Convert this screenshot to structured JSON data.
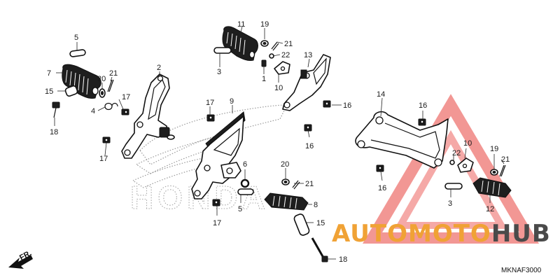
{
  "diagram": {
    "callouts": [
      {
        "id": "c5a",
        "label": "5"
      },
      {
        "id": "c7",
        "label": "7"
      },
      {
        "id": "c20a",
        "label": "20"
      },
      {
        "id": "c21a",
        "label": "21"
      },
      {
        "id": "c15a",
        "label": "15"
      },
      {
        "id": "c17a",
        "label": "17"
      },
      {
        "id": "c4",
        "label": "4"
      },
      {
        "id": "c18a",
        "label": "18"
      },
      {
        "id": "c17b",
        "label": "17"
      },
      {
        "id": "c2",
        "label": "2"
      },
      {
        "id": "c11",
        "label": "11"
      },
      {
        "id": "c19a",
        "label": "19"
      },
      {
        "id": "c21b",
        "label": "21"
      },
      {
        "id": "c22a",
        "label": "22"
      },
      {
        "id": "c3a",
        "label": "3"
      },
      {
        "id": "c1",
        "label": "1"
      },
      {
        "id": "c13",
        "label": "13"
      },
      {
        "id": "c10a",
        "label": "10"
      },
      {
        "id": "c16a",
        "label": "16"
      },
      {
        "id": "c16b",
        "label": "16"
      },
      {
        "id": "c9",
        "label": "9"
      },
      {
        "id": "c17c",
        "label": "17"
      },
      {
        "id": "c6",
        "label": "6"
      },
      {
        "id": "c20b",
        "label": "20"
      },
      {
        "id": "c21c",
        "label": "21"
      },
      {
        "id": "c5b",
        "label": "5"
      },
      {
        "id": "c8",
        "label": "8"
      },
      {
        "id": "c17d",
        "label": "17"
      },
      {
        "id": "c15b",
        "label": "15"
      },
      {
        "id": "c18b",
        "label": "18"
      },
      {
        "id": "c14",
        "label": "14"
      },
      {
        "id": "c16c",
        "label": "16"
      },
      {
        "id": "c16d",
        "label": "16"
      },
      {
        "id": "c22b",
        "label": "22"
      },
      {
        "id": "c10b",
        "label": "10"
      },
      {
        "id": "c19b",
        "label": "19"
      },
      {
        "id": "c21d",
        "label": "21"
      },
      {
        "id": "c3b",
        "label": "3"
      },
      {
        "id": "c12",
        "label": "12"
      }
    ],
    "diagram_code": "MKNAF3000",
    "front_indicator": "FR.",
    "background_logo_text": "HONDA"
  },
  "watermark": {
    "part1": "AUTO",
    "part2": "MOTO",
    "part3": "HUB",
    "accent_color": "#f0a235",
    "dark_color": "#4a4a4a",
    "triangle_color": "#e8413c"
  }
}
